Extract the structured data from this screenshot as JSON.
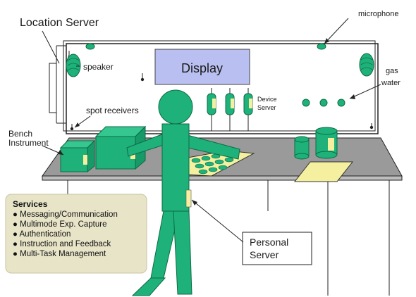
{
  "labels": {
    "location_server": "Location Server",
    "microphone": "microphone",
    "speaker": "speaker",
    "display": "Display",
    "gas": "gas",
    "water": "water",
    "device": "Device",
    "server": "Server",
    "spot_receivers": "spot receivers",
    "bench": "Bench",
    "instrument": "Instrument",
    "personal": "Personal",
    "personal_server": "Server"
  },
  "services": {
    "title": "Services",
    "items": [
      "Messaging/Communication",
      "Multimode Exp. Capture",
      "Authentication",
      "Instruction and Feedback",
      "Multi-Task Management"
    ]
  },
  "colors": {
    "green": "#1eb27a",
    "green_dark": "#0d6b45",
    "yellow": "#f5f0a0",
    "display_fill": "#b9bff0",
    "bench_top": "#9a9a9a",
    "services_bg": "#e8e4c8"
  }
}
